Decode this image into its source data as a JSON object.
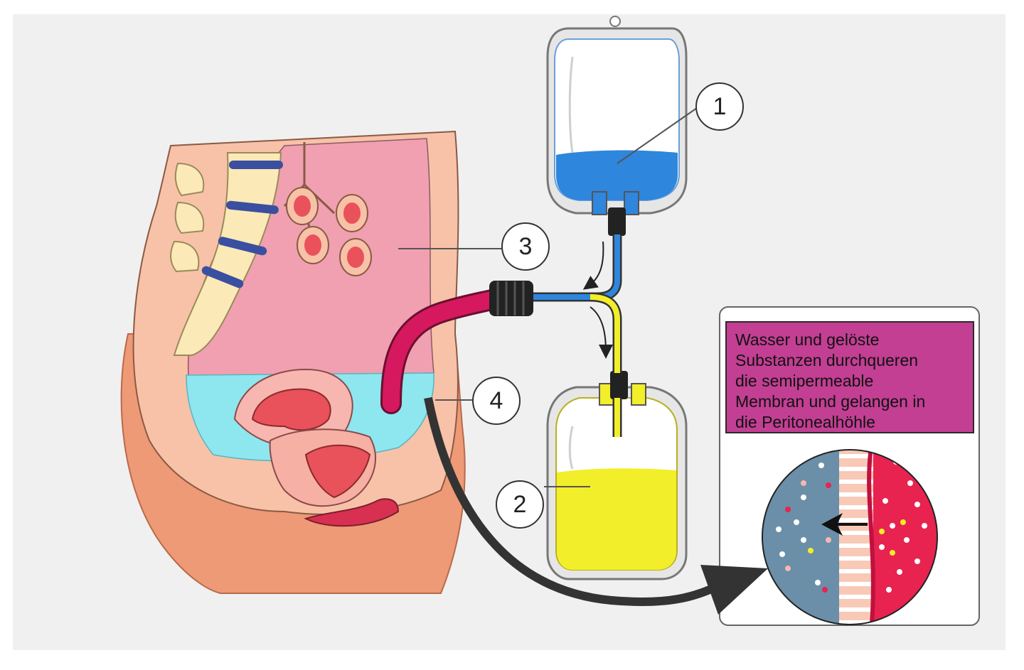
{
  "colors": {
    "background_panel": "#f0f0f0",
    "body_skin": "#f8c2a8",
    "body_shadow": "#ee9a76",
    "peritoneal_space": "#f0a0b0",
    "dialysate_in_abdomen": "#8ee6ef",
    "spine_bone": "#fbe9b8",
    "disc": "#3a4fa0",
    "fresh_dialysate": "#2e86dd",
    "drained_dialysate": "#f2ee2a",
    "catheter": "#d6185f",
    "membrane_blood_side": "#e8234f",
    "membrane_peritoneal_side": "#6b8fa8",
    "info_box_fill": "#c23f93"
  },
  "callouts": {
    "c1": "1",
    "c2": "2",
    "c3": "3",
    "c4": "4"
  },
  "info_box": {
    "lines": [
      "Wasser und gelöste",
      "Substanzen durchqueren",
      "die semipermeable",
      "Membran und gelangen in",
      "die Peritonealhöhle"
    ]
  }
}
